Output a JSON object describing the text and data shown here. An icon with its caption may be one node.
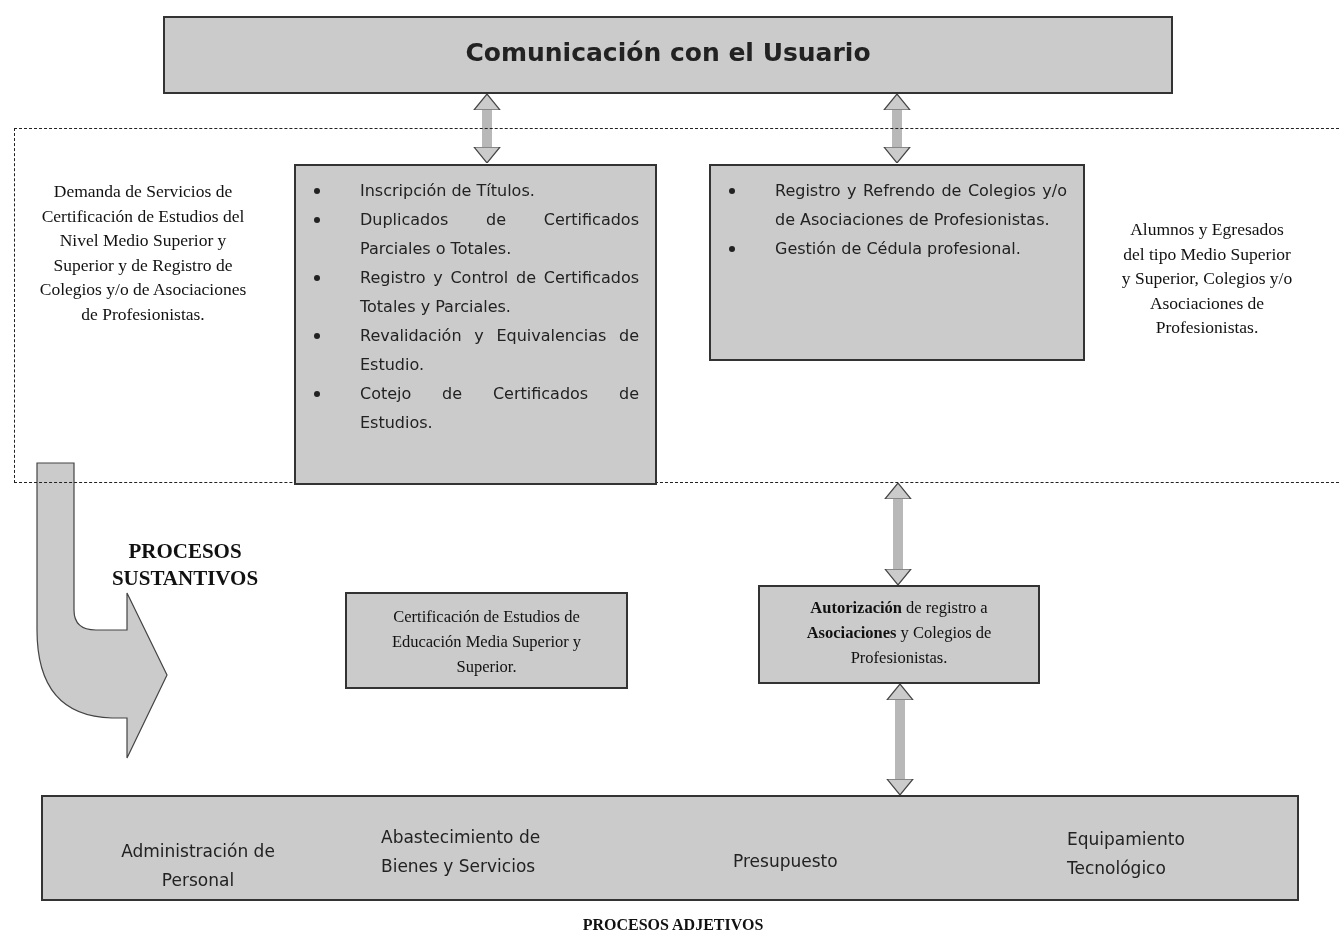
{
  "diagram": {
    "nodes": [
      {
        "text": [
          "Comunicación con el Usuario"
        ]
      },
      {
        "text": [
          "Demanda de Servicios de Certificación de Estudios del Nivel Medio Superior y Superior y de Registro de Colegios y/o de Asociaciones de Profesionistas.",
          "Alumnos y Egresados del tipo Medio Superior y Superior, Colegios y/o Asociaciones de Profesionistas."
        ]
      },
      {
        "text": [
          "Inscripción de Títulos.",
          "Duplicados de Certificados Parciales o Totales.",
          "Registro y Control de Certificados Totales y Parciales.",
          "Revalidación y Equivalencias de Estudio.",
          "Cotejo de Certificados de Estudios."
        ],
        "in": 1
      },
      {
        "text": [
          "Registro y Refrendo de Colegios y/o de Asociaciones de Profesionistas.",
          "Gestión de Cédula profesional."
        ],
        "in": 1
      },
      {
        "text": [
          "Certificación de Estudios de Educación Media Superior y Superior."
        ]
      },
      {
        "text": [
          "**Autorización** de registro a **Asociaciones** y Colegios de Profesionistas."
        ]
      },
      {
        "text": [
          "Administración de Personal",
          "Abastecimiento de Bienes y Servicios",
          "Presupuesto",
          "Equipamiento Tecnológico",
          "PROCESOS ADJETIVOS"
        ]
      }
    ],
    "edges": [
      {
        "from": 0,
        "to": 2,
        "arrow": "both"
      },
      {
        "from": 0,
        "to": 3,
        "arrow": "both"
      },
      {
        "from": 1,
        "to": 5,
        "arrow": "both"
      },
      {
        "from": 5,
        "to": 6,
        "arrow": "both"
      }
    ],
    "labels": [
      "PROCESOS SUSTANTIVOS"
    ]
  }
}
